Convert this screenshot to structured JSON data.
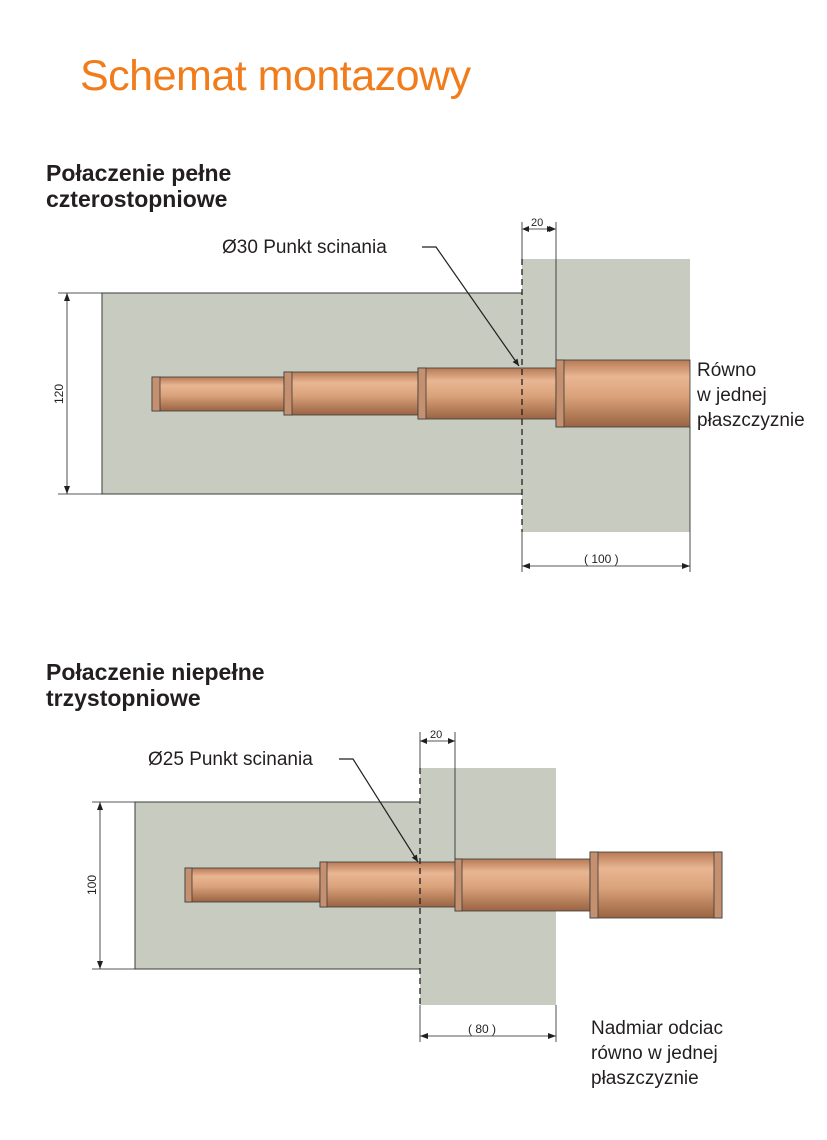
{
  "title": "Schemat montazowy",
  "section1": {
    "heading_line1": "Połaczenie pełne",
    "heading_line2": "czterostopniowe",
    "shear_label": "Ø30 Punkt scinania",
    "dim_top": "20",
    "dim_height": "120",
    "dim_bottom": "( 100 )",
    "note_line1": "Równo",
    "note_line2": "w jednej",
    "note_line3": "płaszczyznie"
  },
  "section2": {
    "heading_line1": "Połaczenie niepełne",
    "heading_line2": "trzystopniowe",
    "shear_label": "Ø25 Punkt scinania",
    "dim_top": "20",
    "dim_height": "100",
    "dim_bottom": "( 80 )",
    "note_line1": "Nadmiar odciac",
    "note_line2": "równo w jednej",
    "note_line3": "płaszczyznie"
  },
  "colors": {
    "accent": "#f07c1c",
    "board": "#c8ccc0",
    "wood": "#d9a27a"
  }
}
